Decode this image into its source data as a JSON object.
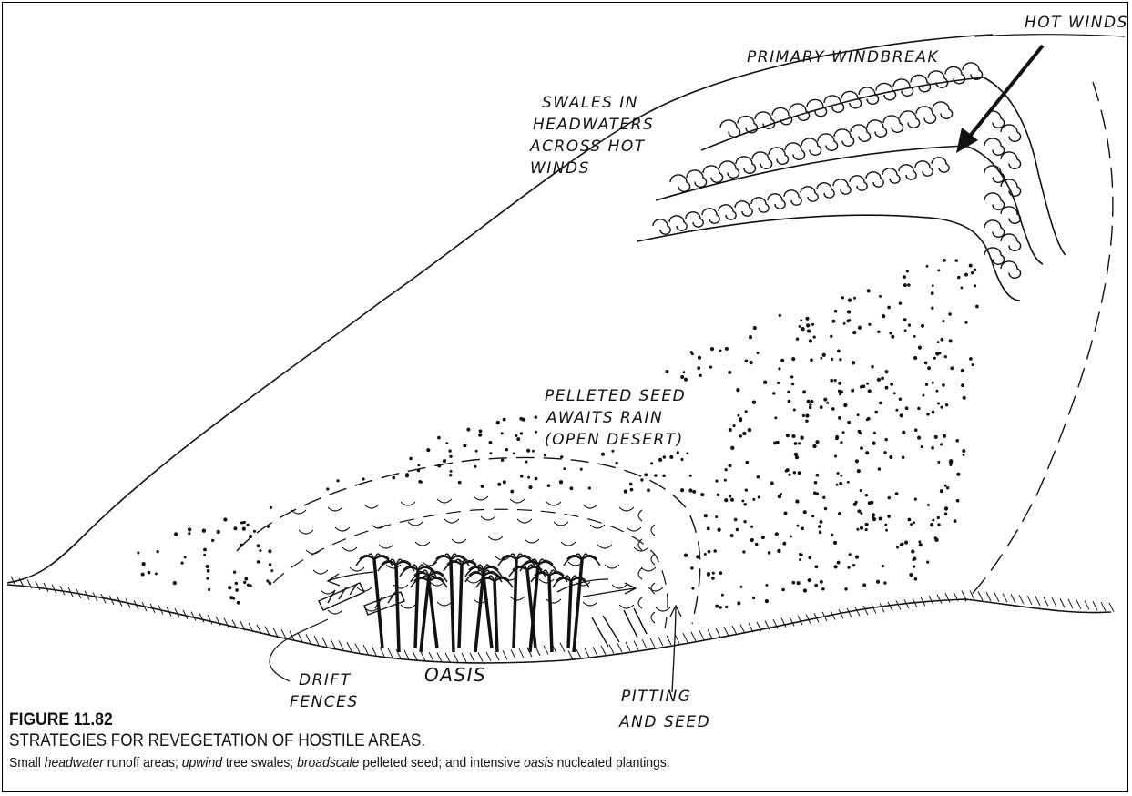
{
  "labels": {
    "hot_winds": "HOT WINDS",
    "primary_windbreak": "PRIMARY WINDBREAK",
    "swales": [
      "SWALES IN",
      "HEADWATERS",
      "ACROSS HOT",
      "WINDS"
    ],
    "pelleted_seed": [
      "PELLETED SEED",
      "AWAITS RAIN",
      "(OPEN DESERT)"
    ],
    "oasis": "OASIS",
    "drift_fences": [
      "DRIFT",
      "FENCES"
    ],
    "pitting_seed": [
      "PITTING",
      "AND SEED"
    ]
  },
  "caption": {
    "number": "FIGURE 11.82",
    "title": "STRATEGIES FOR REVEGETATION OF HOSTILE AREAS.",
    "desc_parts": [
      {
        "text": "Small ",
        "italic": false
      },
      {
        "text": "headwater",
        "italic": true
      },
      {
        "text": " runoff areas; ",
        "italic": false
      },
      {
        "text": "upwind",
        "italic": true
      },
      {
        "text": " tree swales; ",
        "italic": false
      },
      {
        "text": "broadscale",
        "italic": true
      },
      {
        "text": " pelleted  seed; and intensive ",
        "italic": false
      },
      {
        "text": "oasis",
        "italic": true
      },
      {
        "text": " nucleated plantings.",
        "italic": false
      }
    ]
  }
}
